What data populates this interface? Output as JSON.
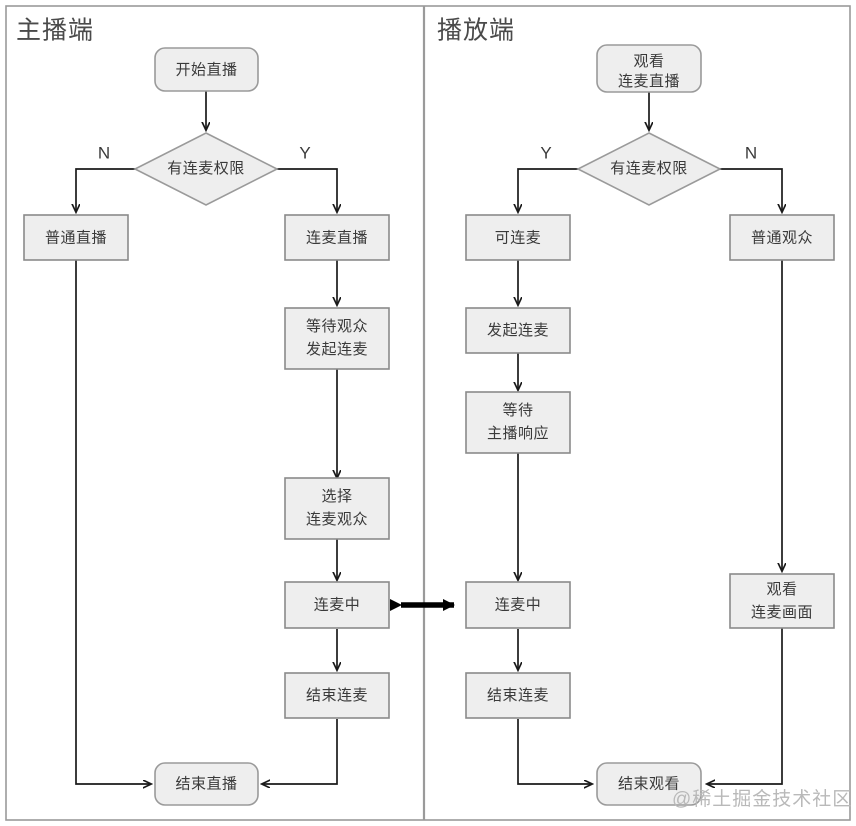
{
  "diagram": {
    "title_left": "主播端",
    "title_right": "播放端",
    "watermark": "@稀土掘金技术社区",
    "colors": {
      "node_fill": "#eeeeee",
      "node_stroke": "#8a8a8a",
      "edge": "#1a1a1a",
      "text": "#3a3a3a",
      "frame": "#9a9a9a",
      "watermark": "#b9b9b9"
    },
    "panels": [
      {
        "id": "anchor",
        "title": "主播端",
        "nodes": [
          {
            "id": "a-start",
            "shape": "rounded",
            "label": "开始直播",
            "lines": [
              "开始直播"
            ]
          },
          {
            "id": "a-decision",
            "shape": "diamond",
            "label": "有连麦权限",
            "lines": [
              "有连麦权限"
            ]
          },
          {
            "id": "a-normal-live",
            "shape": "rect",
            "label": "普通直播",
            "lines": [
              "普通直播"
            ]
          },
          {
            "id": "a-mic-live",
            "shape": "rect",
            "label": "连麦直播",
            "lines": [
              "连麦直播"
            ]
          },
          {
            "id": "a-wait-audience",
            "shape": "rect",
            "label": "等待观众发起连麦",
            "lines": [
              "等待观众",
              "发起连麦"
            ]
          },
          {
            "id": "a-select-audience",
            "shape": "rect",
            "label": "选择连麦观众",
            "lines": [
              "选择",
              "连麦观众"
            ]
          },
          {
            "id": "a-in-mic",
            "shape": "rect",
            "label": "连麦中",
            "lines": [
              "连麦中"
            ]
          },
          {
            "id": "a-end-mic",
            "shape": "rect",
            "label": "结束连麦",
            "lines": [
              "结束连麦"
            ]
          },
          {
            "id": "a-end-live",
            "shape": "rounded",
            "label": "结束直播",
            "lines": [
              "结束直播"
            ]
          }
        ],
        "branch_labels": {
          "left": "N",
          "right": "Y"
        },
        "edges": [
          {
            "from": "a-start",
            "to": "a-decision"
          },
          {
            "from": "a-decision",
            "to": "a-normal-live",
            "label": "N"
          },
          {
            "from": "a-decision",
            "to": "a-mic-live",
            "label": "Y"
          },
          {
            "from": "a-mic-live",
            "to": "a-wait-audience"
          },
          {
            "from": "a-wait-audience",
            "to": "a-select-audience"
          },
          {
            "from": "a-select-audience",
            "to": "a-in-mic"
          },
          {
            "from": "a-in-mic",
            "to": "a-end-mic"
          },
          {
            "from": "a-end-mic",
            "to": "a-end-live"
          },
          {
            "from": "a-normal-live",
            "to": "a-end-live"
          }
        ]
      },
      {
        "id": "player",
        "title": "播放端",
        "nodes": [
          {
            "id": "p-start",
            "shape": "rounded",
            "label": "观看连麦直播",
            "lines": [
              "观看",
              "连麦直播"
            ]
          },
          {
            "id": "p-decision",
            "shape": "diamond",
            "label": "有连麦权限",
            "lines": [
              "有连麦权限"
            ]
          },
          {
            "id": "p-can-mic",
            "shape": "rect",
            "label": "可连麦",
            "lines": [
              "可连麦"
            ]
          },
          {
            "id": "p-normal-viewer",
            "shape": "rect",
            "label": "普通观众",
            "lines": [
              "普通观众"
            ]
          },
          {
            "id": "p-start-mic",
            "shape": "rect",
            "label": "发起连麦",
            "lines": [
              "发起连麦"
            ]
          },
          {
            "id": "p-wait-anchor",
            "shape": "rect",
            "label": "等待主播响应",
            "lines": [
              "等待",
              "主播响应"
            ]
          },
          {
            "id": "p-in-mic",
            "shape": "rect",
            "label": "连麦中",
            "lines": [
              "连麦中"
            ]
          },
          {
            "id": "p-end-mic",
            "shape": "rect",
            "label": "结束连麦",
            "lines": [
              "结束连麦"
            ]
          },
          {
            "id": "p-watch-mic",
            "shape": "rect",
            "label": "观看连麦画面",
            "lines": [
              "观看",
              "连麦画面"
            ]
          },
          {
            "id": "p-end-watch",
            "shape": "rounded",
            "label": "结束观看",
            "lines": [
              "结束观看"
            ]
          }
        ],
        "branch_labels": {
          "left": "Y",
          "right": "N"
        },
        "edges": [
          {
            "from": "p-start",
            "to": "p-decision"
          },
          {
            "from": "p-decision",
            "to": "p-can-mic",
            "label": "Y"
          },
          {
            "from": "p-decision",
            "to": "p-normal-viewer",
            "label": "N"
          },
          {
            "from": "p-can-mic",
            "to": "p-start-mic"
          },
          {
            "from": "p-start-mic",
            "to": "p-wait-anchor"
          },
          {
            "from": "p-wait-anchor",
            "to": "p-in-mic"
          },
          {
            "from": "p-in-mic",
            "to": "p-end-mic"
          },
          {
            "from": "p-end-mic",
            "to": "p-end-watch"
          },
          {
            "from": "p-normal-viewer",
            "to": "p-watch-mic"
          },
          {
            "from": "p-watch-mic",
            "to": "p-end-watch"
          }
        ]
      }
    ],
    "cross_link": {
      "from": "a-in-mic",
      "to": "p-in-mic",
      "bidirectional": true,
      "label": ""
    }
  }
}
